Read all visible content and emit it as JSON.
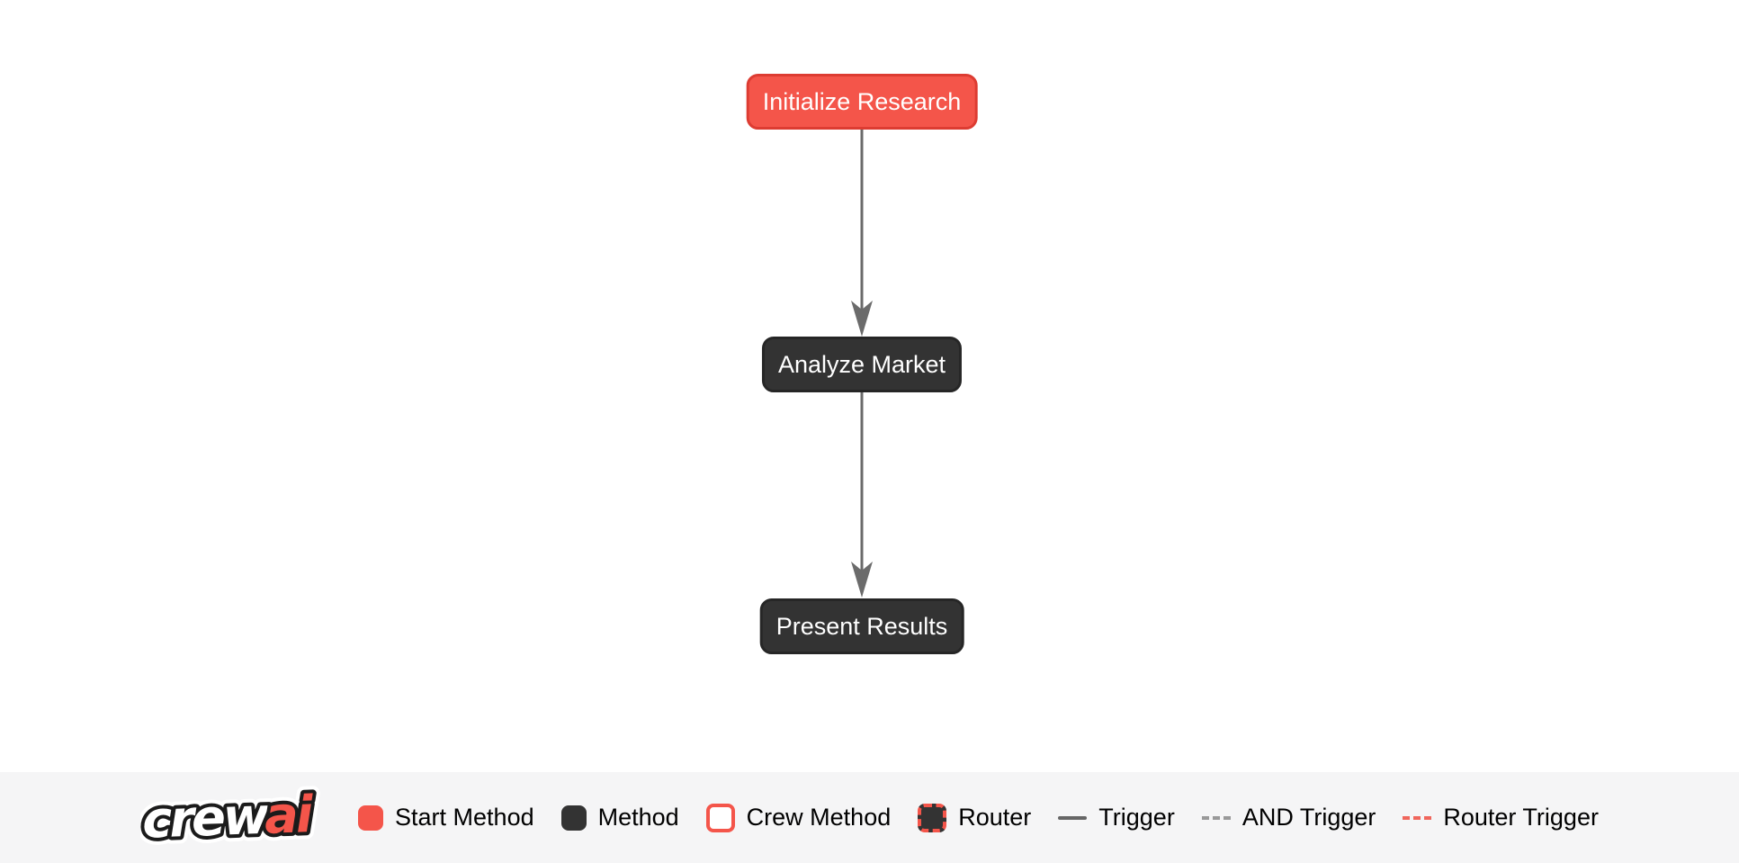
{
  "flow": {
    "nodes": [
      {
        "label": "Initialize Research",
        "type": "start-method"
      },
      {
        "label": "Analyze Market",
        "type": "method"
      },
      {
        "label": "Present Results",
        "type": "method"
      }
    ],
    "edges": [
      {
        "from": "Initialize Research",
        "to": "Analyze Market",
        "type": "trigger"
      },
      {
        "from": "Analyze Market",
        "to": "Present Results",
        "type": "trigger"
      }
    ]
  },
  "legend": {
    "logo": {
      "crew": "crew",
      "ai": "ai"
    },
    "items": [
      {
        "label": "Start Method",
        "swatch": "start-method-swatch"
      },
      {
        "label": "Method",
        "swatch": "method-swatch"
      },
      {
        "label": "Crew Method",
        "swatch": "crew-method-swatch"
      },
      {
        "label": "Router",
        "swatch": "router-swatch"
      },
      {
        "label": "Trigger",
        "swatch": "trigger-line"
      },
      {
        "label": "AND Trigger",
        "swatch": "and-trigger-line"
      },
      {
        "label": "Router Trigger",
        "swatch": "router-trigger-line"
      }
    ]
  },
  "colors": {
    "start_method_fill": "#F4554A",
    "start_method_border": "#DD3C32",
    "method_fill": "#333333",
    "edge_gray": "#6B6B6B",
    "and_trigger_gray": "#999999",
    "router_trigger_red": "#F0665C",
    "legend_bar_bg": "#F5F5F6",
    "logo_ai_red": "#F4554A"
  }
}
